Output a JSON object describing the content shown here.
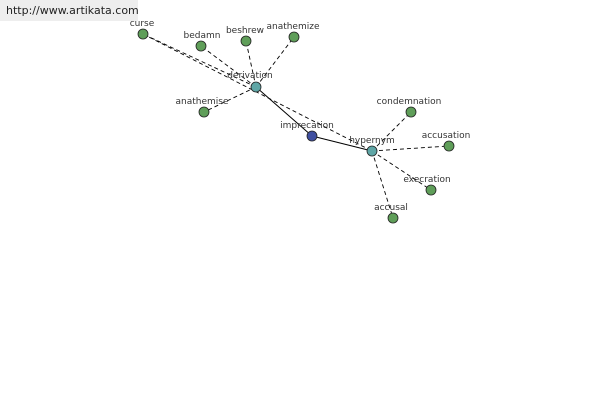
{
  "watermark": "http://www.artikata.com",
  "colors": {
    "leaf": "#5f9e59",
    "hub": "#5fa6a6",
    "center": "#3f4fa0"
  },
  "graph": {
    "nodes": [
      {
        "id": "imprecation",
        "label": "imprecation",
        "kind": "center"
      },
      {
        "id": "derivation",
        "label": "derivation",
        "kind": "hub"
      },
      {
        "id": "hypernym",
        "label": "hypernym",
        "kind": "hub"
      },
      {
        "id": "curse",
        "label": "curse",
        "kind": "leaf"
      },
      {
        "id": "bedamn",
        "label": "bedamn",
        "kind": "leaf"
      },
      {
        "id": "beshrew",
        "label": "beshrew",
        "kind": "leaf"
      },
      {
        "id": "anathemize",
        "label": "anathemize",
        "kind": "leaf"
      },
      {
        "id": "anathemise",
        "label": "anathemise",
        "kind": "leaf"
      },
      {
        "id": "condemnation",
        "label": "condemnation",
        "kind": "leaf"
      },
      {
        "id": "accusation",
        "label": "accusation",
        "kind": "leaf"
      },
      {
        "id": "execration",
        "label": "execration",
        "kind": "leaf"
      },
      {
        "id": "accusal",
        "label": "accusal",
        "kind": "leaf"
      }
    ],
    "edges": [
      {
        "from": "imprecation",
        "to": "derivation",
        "style": "solid"
      },
      {
        "from": "imprecation",
        "to": "hypernym",
        "style": "solid"
      },
      {
        "from": "derivation",
        "to": "curse",
        "style": "dashed"
      },
      {
        "from": "derivation",
        "to": "bedamn",
        "style": "dashed"
      },
      {
        "from": "derivation",
        "to": "beshrew",
        "style": "dashed"
      },
      {
        "from": "derivation",
        "to": "anathemize",
        "style": "dashed"
      },
      {
        "from": "derivation",
        "to": "anathemise",
        "style": "dashed"
      },
      {
        "from": "hypernym",
        "to": "condemnation",
        "style": "dashed"
      },
      {
        "from": "hypernym",
        "to": "accusation",
        "style": "dashed"
      },
      {
        "from": "hypernym",
        "to": "execration",
        "style": "dashed"
      },
      {
        "from": "hypernym",
        "to": "accusal",
        "style": "dashed"
      },
      {
        "from": "curse",
        "to": "hypernym",
        "style": "dashed"
      }
    ]
  }
}
